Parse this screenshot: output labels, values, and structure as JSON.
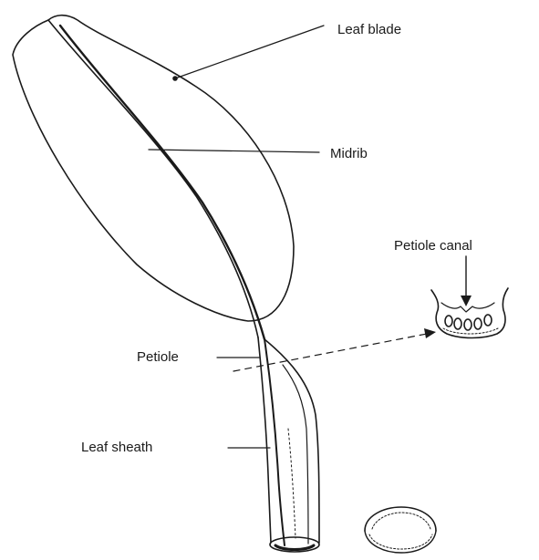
{
  "labels": {
    "leaf_blade": "Leaf blade",
    "midrib": "Midrib",
    "petiole_canal": "Petiole canal",
    "petiole": "Petiole",
    "leaf_sheath": "Leaf sheath"
  },
  "colors": {
    "ink": "#1a1a1a",
    "background": "#ffffff"
  }
}
